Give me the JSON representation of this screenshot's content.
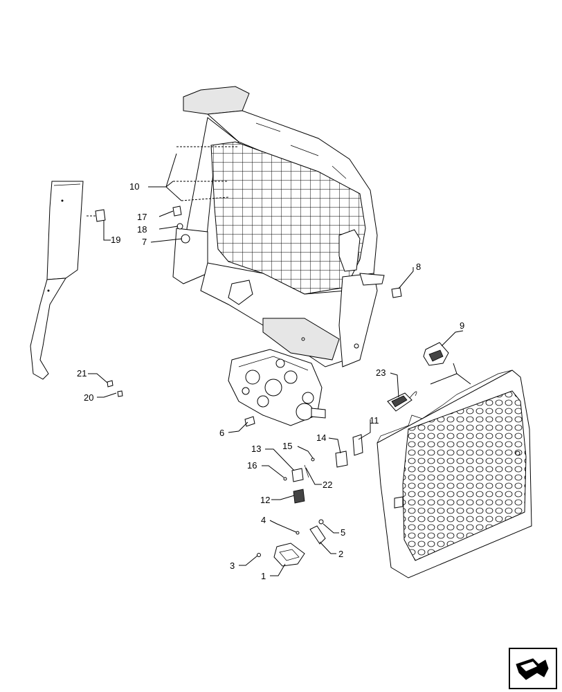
{
  "callouts": [
    {
      "id": "c1",
      "text": "1"
    },
    {
      "id": "c2",
      "text": "2"
    },
    {
      "id": "c3",
      "text": "3"
    },
    {
      "id": "c4",
      "text": "4"
    },
    {
      "id": "c5",
      "text": "5"
    },
    {
      "id": "c6",
      "text": "6"
    },
    {
      "id": "c7",
      "text": "7"
    },
    {
      "id": "c8",
      "text": "8"
    },
    {
      "id": "c9",
      "text": "9"
    },
    {
      "id": "c10",
      "text": "10"
    },
    {
      "id": "c11",
      "text": "11"
    },
    {
      "id": "c12",
      "text": "12"
    },
    {
      "id": "c13",
      "text": "13"
    },
    {
      "id": "c14",
      "text": "14"
    },
    {
      "id": "c15",
      "text": "15"
    },
    {
      "id": "c16",
      "text": "16"
    },
    {
      "id": "c17",
      "text": "17"
    },
    {
      "id": "c18",
      "text": "18"
    },
    {
      "id": "c19",
      "text": "19"
    },
    {
      "id": "c20",
      "text": "20"
    },
    {
      "id": "c21",
      "text": "21"
    },
    {
      "id": "c22",
      "text": "22"
    },
    {
      "id": "c23",
      "text": "23"
    }
  ],
  "icons": {
    "corner": "next-page-arrow-icon"
  }
}
